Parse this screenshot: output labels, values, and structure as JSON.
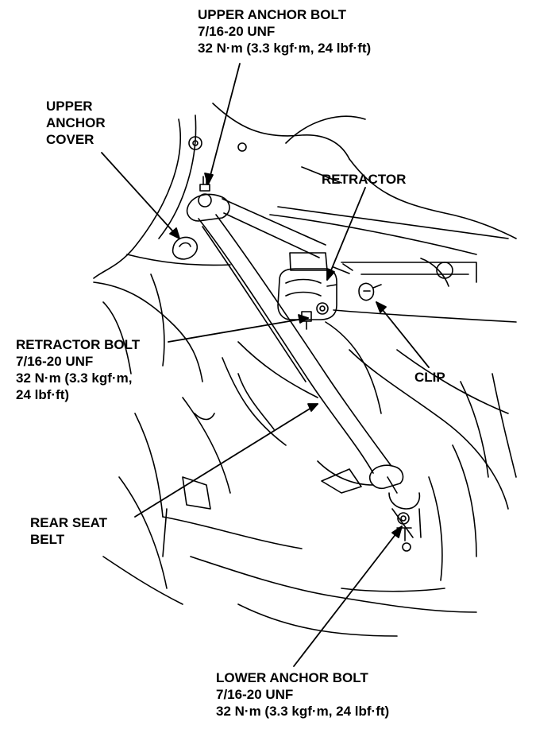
{
  "labels": {
    "upper_anchor_bolt": {
      "name": "UPPER ANCHOR BOLT",
      "thread": "7/16-20 UNF",
      "torque": "32 N·m (3.3 kgf·m, 24 lbf·ft)"
    },
    "upper_anchor_cover": {
      "line1": "UPPER",
      "line2": "ANCHOR",
      "line3": "COVER"
    },
    "retractor": "RETRACTOR",
    "retractor_bolt": {
      "name": "RETRACTOR BOLT",
      "thread": "7/16-20 UNF",
      "torque1": "32 N·m (3.3 kgf·m,",
      "torque2": "24 lbf·ft)"
    },
    "clip": "CLIP",
    "rear_seat_belt": {
      "line1": "REAR SEAT",
      "line2": "BELT"
    },
    "lower_anchor_bolt": {
      "name": "LOWER ANCHOR BOLT",
      "thread": "7/16-20 UNF",
      "torque": "32 N·m (3.3 kgf·m, 24 lbf·ft)"
    }
  },
  "colors": {
    "ink": "#000000",
    "paper": "#ffffff"
  }
}
